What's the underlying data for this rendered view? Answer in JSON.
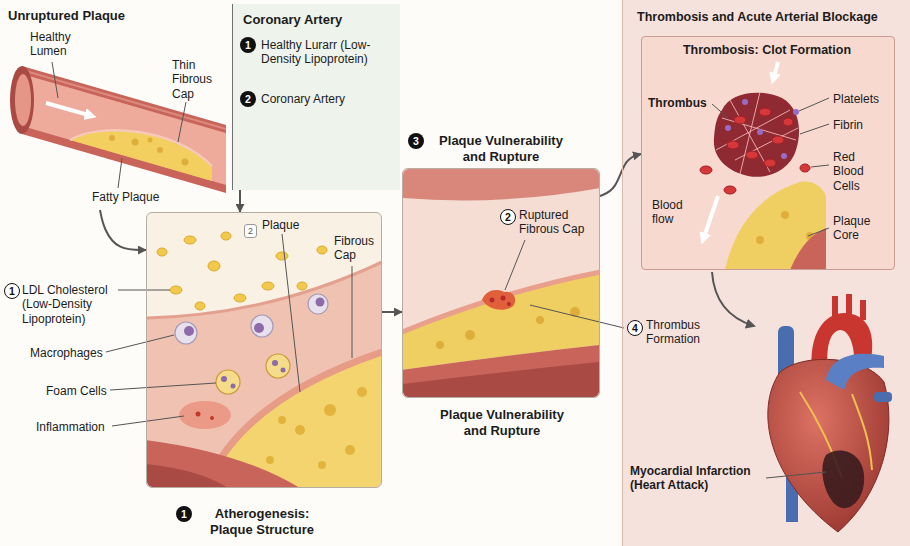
{
  "diagram": {
    "nodes": [
      {
        "text": [
          "Unruptured Plaque"
        ]
      },
      {
        "text": [
          "Coronary Artery",
          "Healthy Lurarr (Low-Density Lipoprotein)",
          "Coronary Artery"
        ]
      },
      {
        "text": [
          "Atherogenesis: Plaque Structure"
        ]
      },
      {
        "text": [
          "Plaque Vulnerability and Rupture",
          "Plaque Vulnerability and Rupture"
        ]
      },
      {
        "text": [
          "Thrombosis and Acute Arterial Blockage"
        ]
      },
      {
        "text": [
          "Thrombosis: Clot Formation"
        ],
        "in": 4
      }
    ],
    "edges": [
      {
        "from": 0,
        "to": 2,
        "arrow": "to"
      },
      {
        "from": 1,
        "to": 2,
        "arrow": "to"
      },
      {
        "from": 2,
        "to": 3,
        "arrow": "to"
      },
      {
        "from": 3,
        "to": 5,
        "arrow": "to"
      }
    ],
    "labels": [
      "Healthy Lumen",
      "Thin Fibrous Cap",
      "Fatty Plaque",
      "1",
      "2",
      "2",
      "Plaque",
      "Fibrous Cap",
      "1",
      "LDL Cholesterol (Low-Density Lipoprotein)",
      "Macrophages",
      "Foam Cells",
      "Inflammation",
      "1",
      "3",
      "2",
      "Ruptured Fibrous Cap",
      "4",
      "Thrombus Formation",
      "Thrombus",
      "Platelets",
      "Fibrin",
      "Red Blood Cells",
      "Blood flow",
      "Plaque Core",
      "Myocardial Infarction (Heart Attack)"
    ]
  }
}
